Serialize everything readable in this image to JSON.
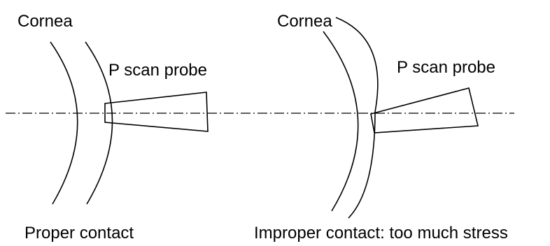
{
  "diagram": {
    "left": {
      "cornea_label": "Cornea",
      "probe_label": "P scan probe",
      "caption": "Proper contact"
    },
    "right": {
      "cornea_label": "Cornea",
      "probe_label": "P scan probe",
      "caption": "Improper contact: too much stress"
    }
  }
}
